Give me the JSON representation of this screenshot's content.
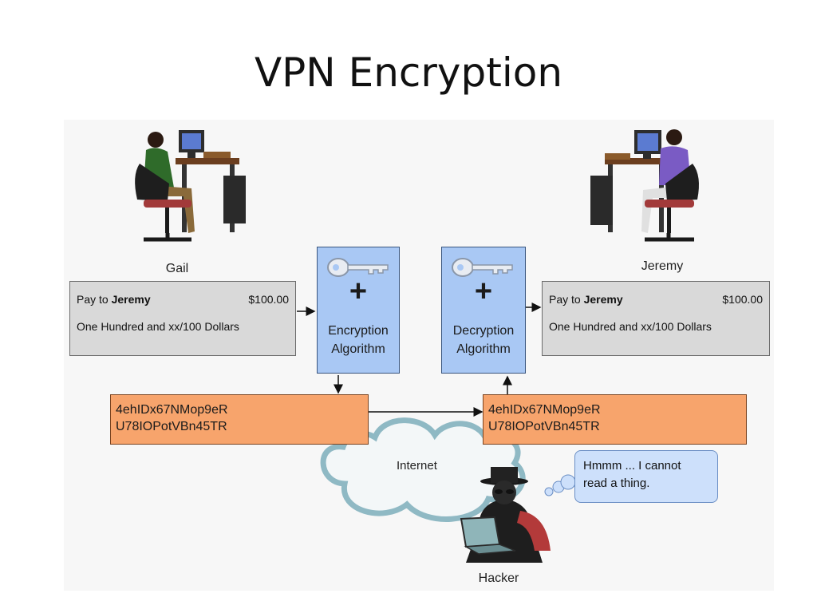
{
  "title": "VPN Encryption",
  "sender": {
    "name": "Gail",
    "check": {
      "pay_to_prefix": "Pay to",
      "payee": "Jeremy",
      "amount": "$100.00",
      "amount_words": "One Hundred and xx/100 Dollars"
    }
  },
  "receiver": {
    "name": "Jeremy",
    "check": {
      "pay_to_prefix": "Pay to",
      "payee": "Jeremy",
      "amount": "$100.00",
      "amount_words": "One Hundred and xx/100 Dollars"
    }
  },
  "encryption": {
    "symbol": "+",
    "line1": "Encryption",
    "line2": "Algorithm"
  },
  "decryption": {
    "symbol": "+",
    "line1": "Decryption",
    "line2": "Algorithm"
  },
  "ciphertext_sent": {
    "line1": "4ehIDx67NMop9eR",
    "line2": "U78IOPotVBn45TR"
  },
  "ciphertext_received": {
    "line1": "4ehIDx67NMop9eR",
    "line2": "U78IOPotVBn45TR"
  },
  "network": {
    "label": "Internet"
  },
  "hacker": {
    "label": "Hacker",
    "thought_line1": "Hmmm ... I cannot",
    "thought_line2": "read a thing."
  },
  "colors": {
    "check": "#d9d9d9",
    "algorithm": "#a9c8f4",
    "ciphertext": "#f7a46c",
    "cloud_outline": "#8fb9c4",
    "bubble": "#cde0fb"
  },
  "icons": [
    "person-at-desk-icon",
    "computer-icon",
    "key-icon",
    "cloud-icon",
    "hacker-icon",
    "laptop-icon",
    "thought-bubble-icon"
  ]
}
